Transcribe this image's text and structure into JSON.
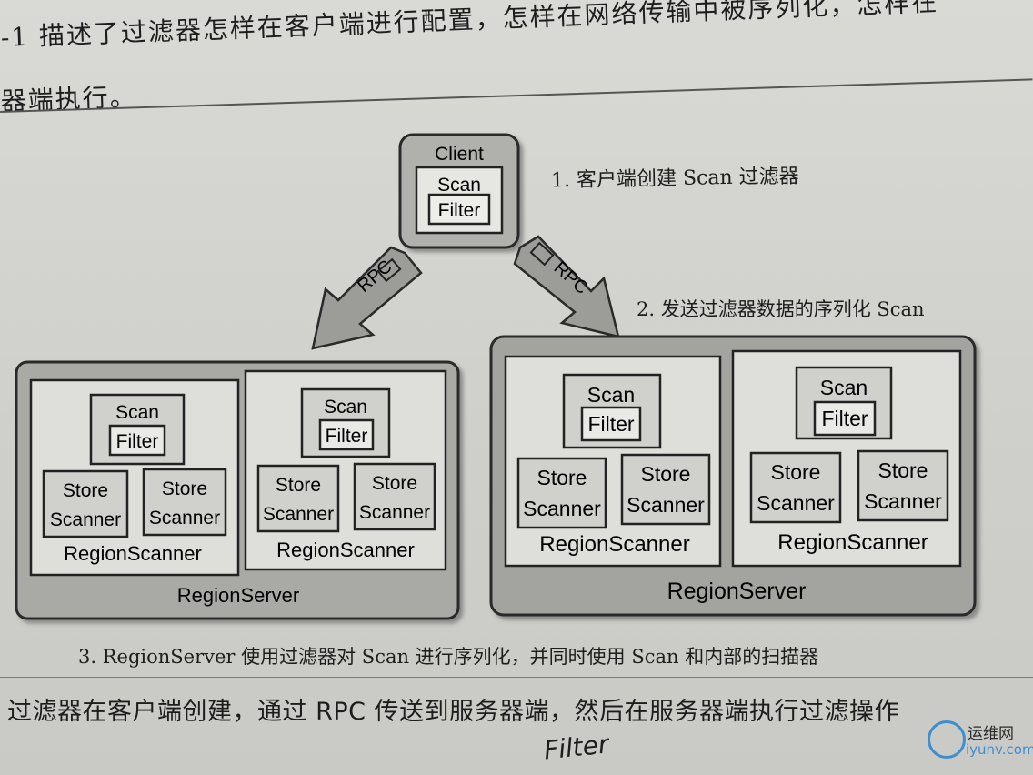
{
  "text": {
    "top_line1": "-1 描述了过滤器怎样在客户端进行配置，怎样在网络传输中被序列化，怎样在",
    "top_line2": "器端执行。",
    "bottom_line": "过滤器在客户端创建，通过 RPC 传送到服务器端，然后在服务器端执行过滤操作",
    "handwriting": "Filter"
  },
  "diagram": {
    "client_label": "Client",
    "scan_label": "Scan",
    "filter_label": "Filter",
    "rpc_label": "RPC",
    "store_label_1": "Store",
    "store_label_2": "Scanner",
    "region_scanner_label": "RegionScanner",
    "region_server_label": "RegionServer",
    "step1": "1. 客户端创建 Scan 过滤器",
    "step2": "2. 发送过滤器数据的序列化 Scan",
    "step3": "3. RegionServer 使用过滤器对 Scan 进行序列化，并同时使用 Scan 和内部的扫描器"
  },
  "watermark": {
    "site_cn": "运维网",
    "site_en": "iyunv.com"
  },
  "colors": {
    "server_left_fill": "#a9a9a6",
    "server_right_fill": "#a3a3a0",
    "client_fill": "#b0b0ad",
    "logo_blue": "#3e8fd0"
  }
}
